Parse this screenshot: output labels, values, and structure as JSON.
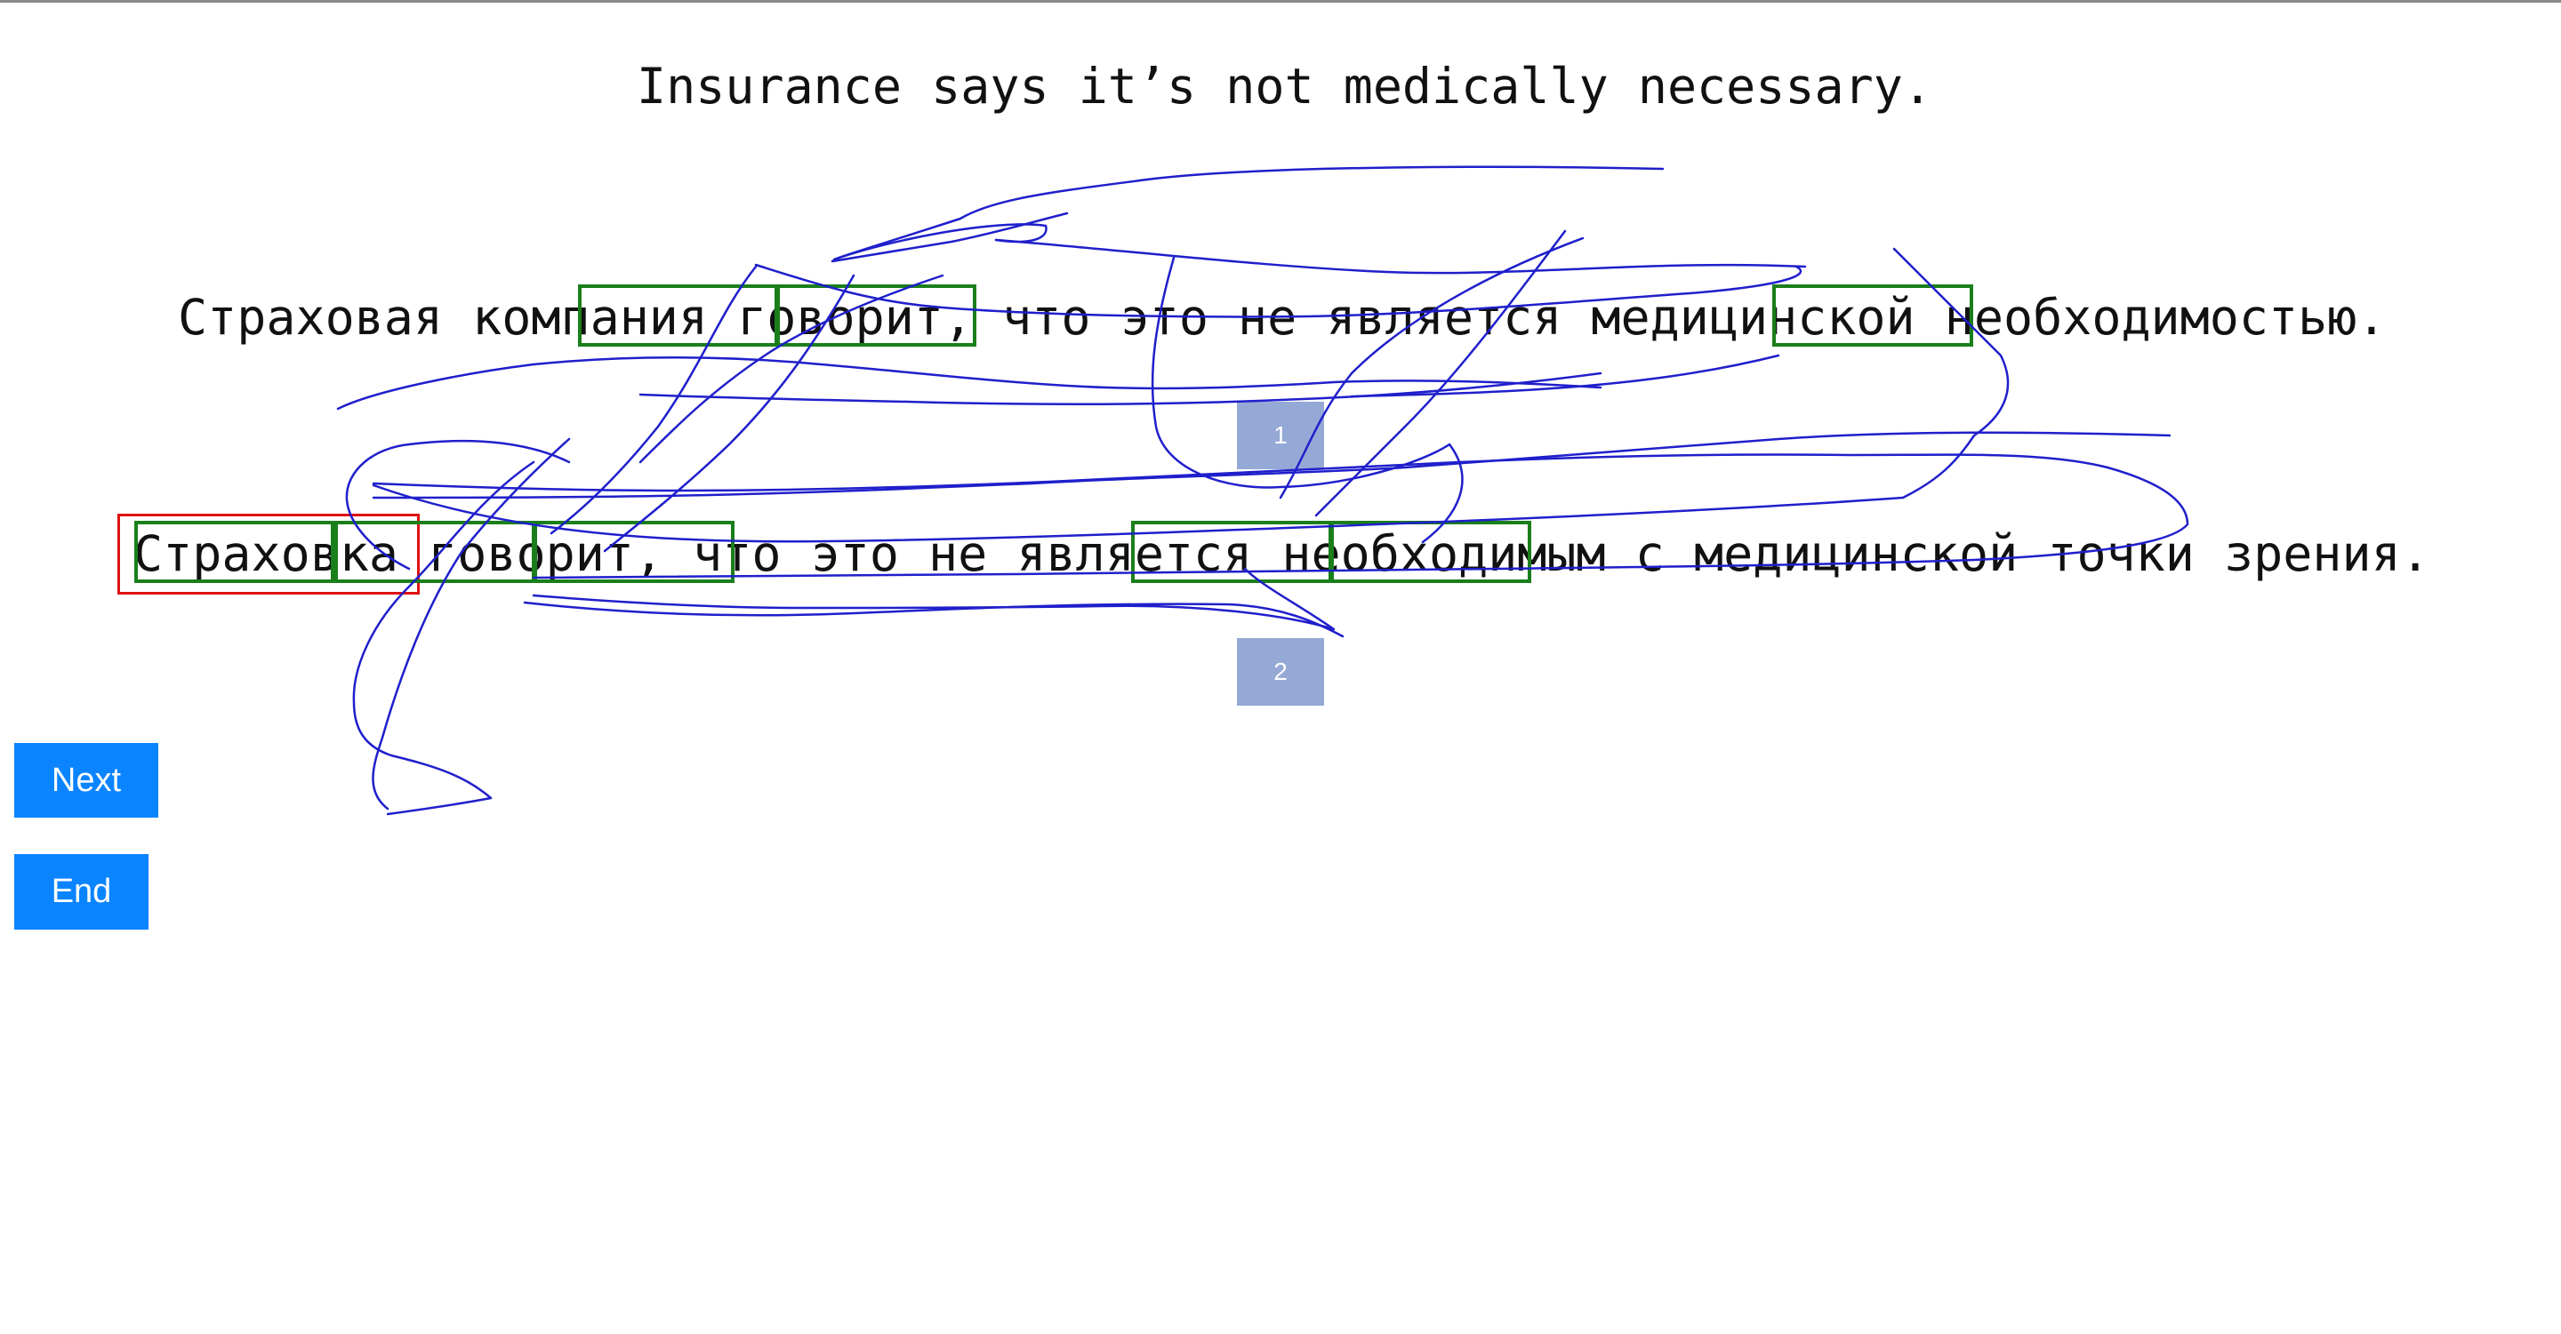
{
  "source": {
    "text": "Insurance says it’s not medically necessary."
  },
  "translations": [
    {
      "text": "Страховая компания говорит, что это не является медицинской необходимостью.",
      "badge": "1"
    },
    {
      "text": "Страховка говорит, что это не является необходимым с медицинской точки зрения.",
      "badge": "2"
    }
  ],
  "buttons": {
    "next": "Next",
    "end": "End"
  },
  "colors": {
    "highlight_box": "#1a7f1a",
    "error_box": "#dd1111",
    "gaze_trace": "#1f1fcc",
    "badge": "#95a9d6",
    "button": "#0b84ff"
  }
}
